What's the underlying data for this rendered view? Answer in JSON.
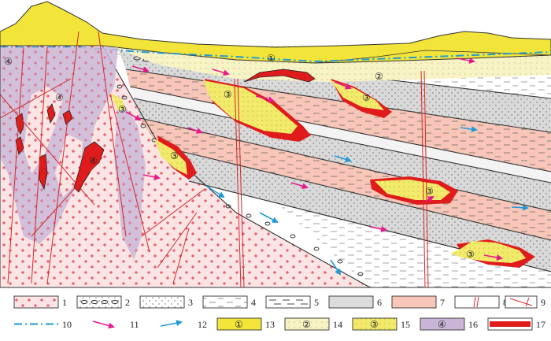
{
  "section_labels": [
    {
      "id": "zone-1",
      "text": "①"
    },
    {
      "id": "zone-2",
      "text": "②"
    },
    {
      "id": "zone-3a",
      "text": "③"
    },
    {
      "id": "zone-3b",
      "text": "③"
    },
    {
      "id": "zone-3c",
      "text": "③"
    },
    {
      "id": "zone-3d",
      "text": "③"
    },
    {
      "id": "zone-3e",
      "text": "③"
    },
    {
      "id": "zone-3f",
      "text": "③"
    },
    {
      "id": "zone-4a",
      "text": "④"
    },
    {
      "id": "zone-4b",
      "text": "④"
    },
    {
      "id": "zone-4c",
      "text": "④"
    }
  ],
  "legend": {
    "items": [
      {
        "num": "1",
        "symbol": "granite-crosses",
        "color": "#e0334a"
      },
      {
        "num": "2",
        "symbol": "conglomerate-ovals",
        "color": "#333333"
      },
      {
        "num": "3",
        "symbol": "sandstone-dots",
        "color": "#555555"
      },
      {
        "num": "4",
        "symbol": "siltstone-dashes",
        "color": "#555555"
      },
      {
        "num": "5",
        "symbol": "mudstone-dashes",
        "color": "#444444"
      },
      {
        "num": "6",
        "symbol": "grey-fill",
        "color": "#dcdcdc"
      },
      {
        "num": "7",
        "symbol": "salmon-fill",
        "color": "#f7c6b8"
      },
      {
        "num": "8",
        "symbol": "double-red-line",
        "color": "#d62828"
      },
      {
        "num": "9",
        "symbol": "red-fault-lines",
        "color": "#d62828"
      },
      {
        "num": "10",
        "symbol": "blue-dash-dot",
        "color": "#1e9bd7"
      },
      {
        "num": "11",
        "symbol": "magenta-arrow",
        "color": "#e6198c"
      },
      {
        "num": "12",
        "symbol": "blue-arrow",
        "color": "#1e9bd7"
      },
      {
        "num": "13",
        "symbol": "zone-yellow",
        "color": "#f3e43a",
        "mark": "①"
      },
      {
        "num": "14",
        "symbol": "zone-pale-yellow",
        "color": "#f7f1b5",
        "mark": "②"
      },
      {
        "num": "15",
        "symbol": "zone-yellow-dotted",
        "color": "#f2ea6a",
        "mark": "③"
      },
      {
        "num": "16",
        "symbol": "zone-lilac",
        "color": "#c9b6d6",
        "mark": "④"
      },
      {
        "num": "17",
        "symbol": "ore-red",
        "color": "#e01b1b"
      }
    ]
  },
  "colors": {
    "granite": "#f8dcdc",
    "yellow": "#f3e43a",
    "pale_yellow": "#f8f3c4",
    "grey": "#d9d9d9",
    "salmon": "#f7c6b8",
    "lilac": "#c9b6d6",
    "ore": "#e01b1b",
    "magenta": "#e6198c",
    "blue": "#1e9bd7"
  }
}
